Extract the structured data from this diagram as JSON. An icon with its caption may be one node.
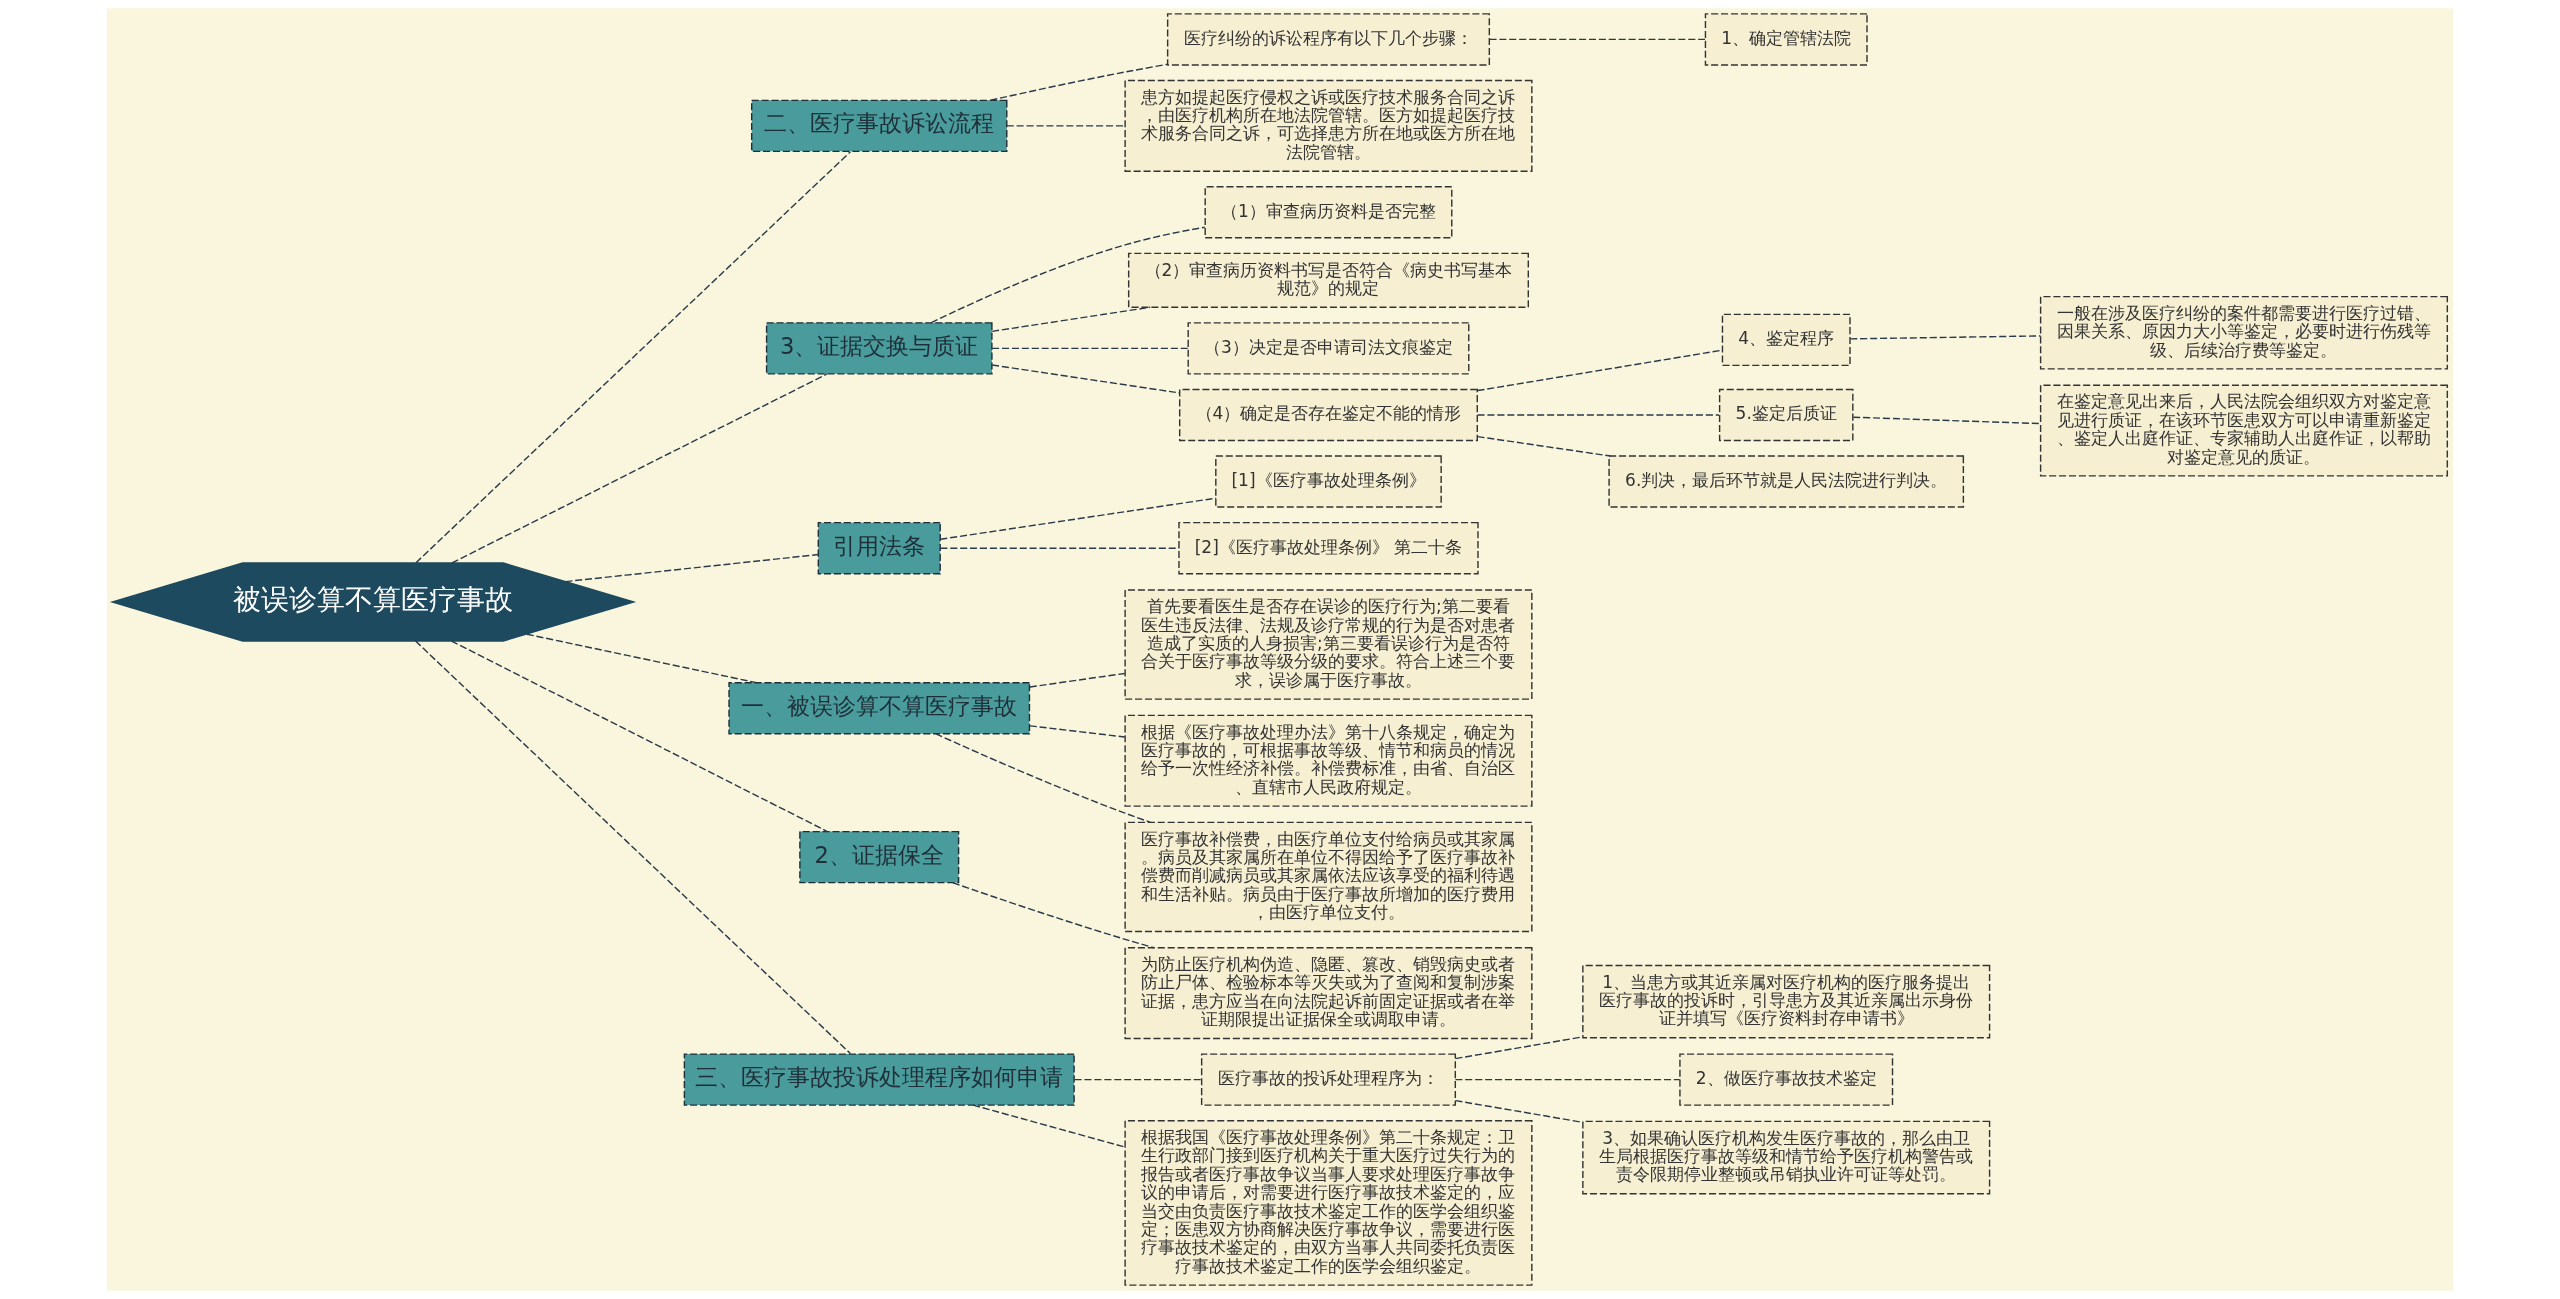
{
  "diagram": {
    "nodes": [
      {
        "text": [
          "被误诊算不算医疗事故"
        ]
      },
      {
        "text": [
          "二、医疗事故诉讼流程"
        ]
      },
      {
        "text": [
          "医疗纠纷的诉讼程序有以下几个步骤："
        ]
      },
      {
        "text": [
          "1、确定管辖法院"
        ]
      },
      {
        "text": [
          "患方如提起医疗侵权之诉或医疗技术服务合同之诉，由医疗机构所在地法院管辖。医方如提起医疗技术服务合同之诉，可选择患方所在地或医方所在地法院管辖。"
        ]
      },
      {
        "text": [
          "3、证据交换与质证"
        ]
      },
      {
        "text": [
          "（1）审查病历资料是否完整"
        ]
      },
      {
        "text": [
          "（2）审查病历资料书写是否符合《病史书写基本规范》的规定"
        ]
      },
      {
        "text": [
          "（3）决定是否申请司法文痕鉴定"
        ]
      },
      {
        "text": [
          "（4）确定是否存在鉴定不能的情形"
        ]
      },
      {
        "text": [
          "4、鉴定程序"
        ]
      },
      {
        "text": [
          "一般在涉及医疗纠纷的案件都需要进行医疗过错、因果关系、原因力大小等鉴定，必要时进行伤残等级、后续治疗费等鉴定。"
        ]
      },
      {
        "text": [
          "5.鉴定后质证"
        ]
      },
      {
        "text": [
          "在鉴定意见出来后，人民法院会组织双方对鉴定意见进行质证，在该环节医患双方可以申请重新鉴定、鉴定人出庭作证、专家辅助人出庭作证，以帮助对鉴定意见的质证。"
        ]
      },
      {
        "text": [
          "6.判决，最后环节就是人民法院进行判决。"
        ]
      },
      {
        "text": [
          "引用法条"
        ]
      },
      {
        "text": [
          "[1]《医疗事故处理条例》"
        ]
      },
      {
        "text": [
          "[2]《医疗事故处理条例》 第二十条"
        ]
      },
      {
        "text": [
          "一、被误诊算不算医疗事故"
        ]
      },
      {
        "text": [
          "首先要看医生是否存在误诊的医疗行为;第二要看医生违反法律、法规及诊疗常规的行为是否对患者造成了实质的人身损害;第三要看误诊行为是否符合关于医疗事故等级分级的要求。符合上述三个要求，误诊属于医疗事故。"
        ]
      },
      {
        "text": [
          "根据《医疗事故处理办法》第十八条规定，确定为医疗事故的，可根据事故等级、情节和病员的情况给予一次性经济补偿。补偿费标准，由省、自治区、直辖市人民政府规定。"
        ]
      },
      {
        "text": [
          "医疗事故补偿费，由医疗单位支付给病员或其家属。病员及其家属所在单位不得因给予了医疗事故补偿费而削减病员或其家属依法应该享受的福利待遇和生活补贴。病员由于医疗事故所增加的医疗费用，由医疗单位支付。"
        ]
      },
      {
        "text": [
          "2、证据保全"
        ]
      },
      {
        "text": [
          "为防止医疗机构伪造、隐匿、篡改、销毁病史或者防止尸体、检验标本等灭失或为了查阅和复制涉案证据，患方应当在向法院起诉前固定证据或者在举证期限提出证据保全或调取申请。"
        ]
      },
      {
        "text": [
          "三、医疗事故投诉处理程序如何申请"
        ]
      },
      {
        "text": [
          "医疗事故的投诉处理程序为："
        ]
      },
      {
        "text": [
          "1、当患方或其近亲属对医疗机构的医疗服务提出医疗事故的投诉时，引导患方及其近亲属出示身份证并填写《医疗资料封存申请书》"
        ]
      },
      {
        "text": [
          "2、做医疗事故技术鉴定"
        ]
      },
      {
        "text": [
          "3、如果确认医疗机构发生医疗事故的，那么由卫生局根据医疗事故等级和情节给予医疗机构警告或责令限期停业整顿或吊销执业许可证等处罚。"
        ]
      },
      {
        "text": [
          "根据我国《医疗事故处理条例》第二十条规定：卫生行政部门接到医疗机构关于重大医疗过失行为的报告或者医疗事故争议当事人要求处理医疗事故争议的申请后，对需要进行医疗事故技术鉴定的，应当交由负责医疗事故技术鉴定工作的医学会组织鉴定；医患双方协商解决医疗事故争议，需要进行医疗事故技术鉴定的，由双方当事人共同委托负责医疗事故技术鉴定工作的医学会组织鉴定。"
        ]
      }
    ],
    "edges": [
      {
        "from": 0,
        "to": 1,
        "arrow": "none",
        "style": "dashed"
      },
      {
        "from": 1,
        "to": 2,
        "arrow": "none",
        "style": "dashed"
      },
      {
        "from": 2,
        "to": 3,
        "arrow": "none",
        "style": "dashed"
      },
      {
        "from": 1,
        "to": 4,
        "arrow": "none",
        "style": "dashed"
      },
      {
        "from": 0,
        "to": 5,
        "arrow": "none",
        "style": "dashed"
      },
      {
        "from": 5,
        "to": 6,
        "arrow": "none",
        "style": "dashed"
      },
      {
        "from": 5,
        "to": 7,
        "arrow": "none",
        "style": "dashed"
      },
      {
        "from": 5,
        "to": 8,
        "arrow": "none",
        "style": "dashed"
      },
      {
        "from": 5,
        "to": 9,
        "arrow": "none",
        "style": "dashed"
      },
      {
        "from": 9,
        "to": 10,
        "arrow": "none",
        "style": "dashed"
      },
      {
        "from": 10,
        "to": 11,
        "arrow": "none",
        "style": "dashed"
      },
      {
        "from": 9,
        "to": 12,
        "arrow": "none",
        "style": "dashed"
      },
      {
        "from": 12,
        "to": 13,
        "arrow": "none",
        "style": "dashed"
      },
      {
        "from": 9,
        "to": 14,
        "arrow": "none",
        "style": "dashed"
      },
      {
        "from": 0,
        "to": 15,
        "arrow": "none",
        "style": "dashed"
      },
      {
        "from": 15,
        "to": 16,
        "arrow": "none",
        "style": "dashed"
      },
      {
        "from": 15,
        "to": 17,
        "arrow": "none",
        "style": "dashed"
      },
      {
        "from": 0,
        "to": 18,
        "arrow": "none",
        "style": "dashed"
      },
      {
        "from": 18,
        "to": 19,
        "arrow": "none",
        "style": "dashed"
      },
      {
        "from": 18,
        "to": 20,
        "arrow": "none",
        "style": "dashed"
      },
      {
        "from": 18,
        "to": 21,
        "arrow": "none",
        "style": "dashed"
      },
      {
        "from": 0,
        "to": 22,
        "arrow": "none",
        "style": "dashed"
      },
      {
        "from": 22,
        "to": 23,
        "arrow": "none",
        "style": "dashed"
      },
      {
        "from": 0,
        "to": 24,
        "arrow": "none",
        "style": "dashed"
      },
      {
        "from": 24,
        "to": 25,
        "arrow": "none",
        "style": "dashed"
      },
      {
        "from": 25,
        "to": 26,
        "arrow": "none",
        "style": "dashed"
      },
      {
        "from": 25,
        "to": 27,
        "arrow": "none",
        "style": "dashed"
      },
      {
        "from": 25,
        "to": 28,
        "arrow": "none",
        "style": "dashed"
      },
      {
        "from": 24,
        "to": 29,
        "arrow": "none",
        "style": "dashed"
      }
    ]
  }
}
